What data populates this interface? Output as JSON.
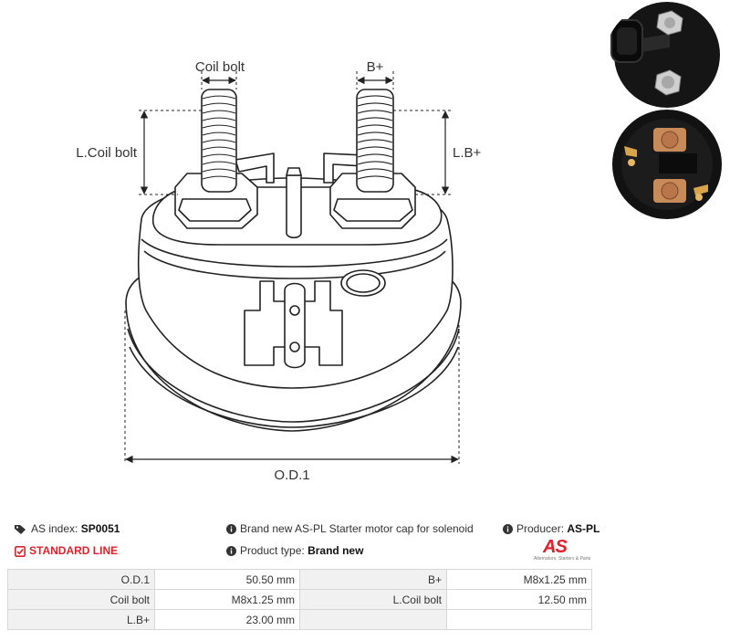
{
  "drawing": {
    "labels": {
      "coil_bolt": "Coil bolt",
      "b_plus": "B+",
      "l_coil_bolt": "L.Coil bolt",
      "l_b_plus": "L.B+",
      "od1": "O.D.1"
    },
    "line_color": "#222222"
  },
  "product": {
    "as_index_label": "AS index:",
    "as_index_value": "SP0051",
    "line": "STANDARD LINE",
    "description": "Brand new AS-PL Starter motor cap for solenoid",
    "product_type_label": "Product type:",
    "product_type_value": "Brand new",
    "producer_label": "Producer:",
    "producer_value": "AS-PL",
    "logo_text": "AS",
    "logo_tagline": "Alternators, Starters & Parts",
    "accent_color": "#e0202a"
  },
  "specs": {
    "rows": [
      [
        {
          "label": "O.D.1",
          "value": "50.50 mm"
        },
        {
          "label": "B+",
          "value": "M8x1.25 mm"
        }
      ],
      [
        {
          "label": "Coil bolt",
          "value": "M8x1.25 mm"
        },
        {
          "label": "L.Coil bolt",
          "value": "12.50 mm"
        }
      ],
      [
        {
          "label": "L.B+",
          "value": "23.00 mm"
        },
        {
          "label": "",
          "value": ""
        }
      ]
    ]
  }
}
